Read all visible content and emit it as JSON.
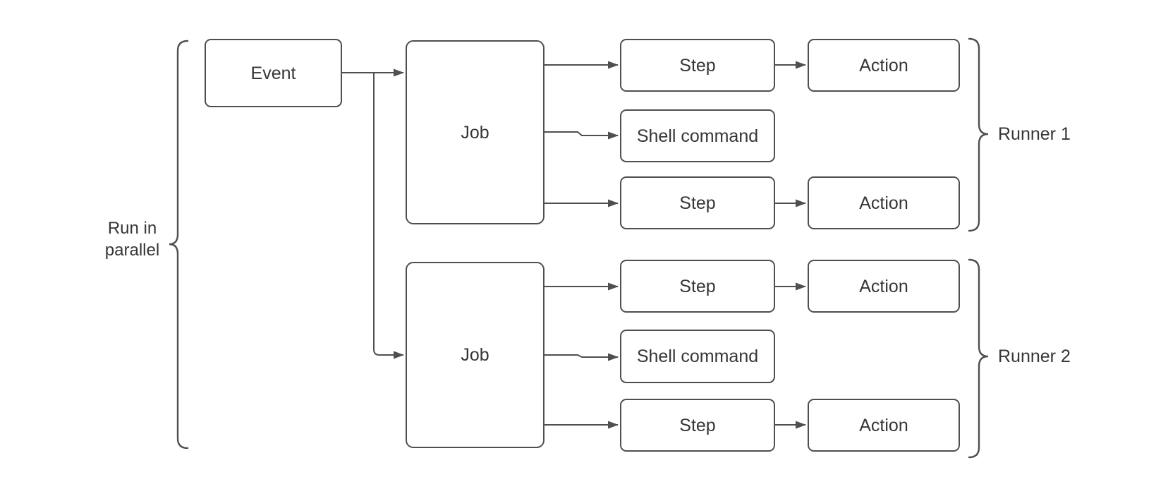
{
  "colors": {
    "stroke": "#4f4f4f",
    "text": "#363636",
    "node_fill": "#ffffff",
    "background": "#ffffff"
  },
  "labels": {
    "parallel": "Run in\nparallel",
    "runner1": "Runner 1",
    "runner2": "Runner 2"
  },
  "nodes": {
    "event": "Event",
    "job1": "Job",
    "job2": "Job",
    "r1_step1": "Step",
    "r1_shell_command": "Shell command",
    "r1_step2": "Step",
    "r1_action1": "Action",
    "r1_action2": "Action",
    "r2_step1": "Step",
    "r2_shell_command": "Shell command",
    "r2_step2": "Step",
    "r2_action1": "Action",
    "r2_action2": "Action"
  },
  "edges": [
    {
      "from": "event",
      "to": "job1"
    },
    {
      "from": "event",
      "to": "job2"
    },
    {
      "from": "job1",
      "to": "r1_step1"
    },
    {
      "from": "job1",
      "to": "r1_shell_command"
    },
    {
      "from": "job1",
      "to": "r1_step2"
    },
    {
      "from": "r1_step1",
      "to": "r1_action1"
    },
    {
      "from": "r1_step2",
      "to": "r1_action2"
    },
    {
      "from": "job2",
      "to": "r2_step1"
    },
    {
      "from": "job2",
      "to": "r2_shell_command"
    },
    {
      "from": "job2",
      "to": "r2_step2"
    },
    {
      "from": "r2_step1",
      "to": "r2_action1"
    },
    {
      "from": "r2_step2",
      "to": "r2_action2"
    }
  ]
}
